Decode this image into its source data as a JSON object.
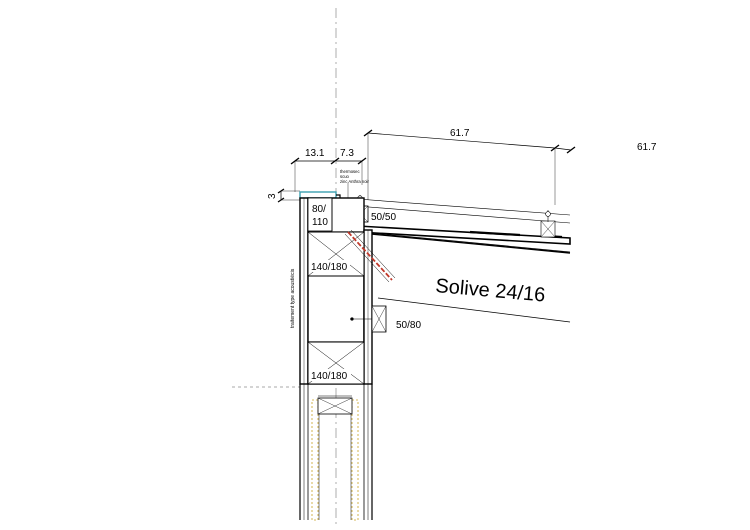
{
  "dimensions": {
    "top_span": "61.7",
    "top_span_right": "61.7",
    "left_width": "13.1",
    "mid_width": "7.3",
    "cap_height": "3"
  },
  "labels": {
    "top_block": "80/\n110",
    "batten": "50/50",
    "upper_beam": "140/180",
    "lower_beam": "140/180",
    "side_block": "50/80",
    "joist": "Solive 24/16",
    "flashing_note": [
      "thermosec",
      "scuo",
      "zinc Anthra noir"
    ],
    "vertical_note": "traitement type acoustiécis"
  },
  "colors": {
    "line": "#000000",
    "center_line": "#9a9a9a",
    "membrane": "#d6338a",
    "flashing": "#3aa0b0",
    "brace": "#c0392b",
    "fill_wood": "#ffffff",
    "insulation": "#c9a227"
  }
}
